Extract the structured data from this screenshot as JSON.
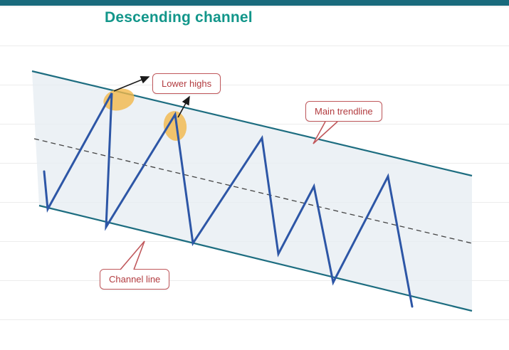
{
  "title": "Descending channel",
  "annotations": {
    "lower_highs": "Lower highs",
    "main_trendline": "Main trendline",
    "channel_line": "Channel line"
  },
  "colors": {
    "top_bar": "#196a7c",
    "title_teal": "#12968a",
    "trendline_teal": "#1d6d80",
    "channel_fill": "#e7edf2",
    "median_dashed": "#444444",
    "price_line_blue": "#2d56a6",
    "annotation_red": "#b23b3f",
    "annotation_border_red": "#c0585c",
    "highlight_orange": "#f3b84a",
    "gridline_gray": "#ececec"
  }
}
